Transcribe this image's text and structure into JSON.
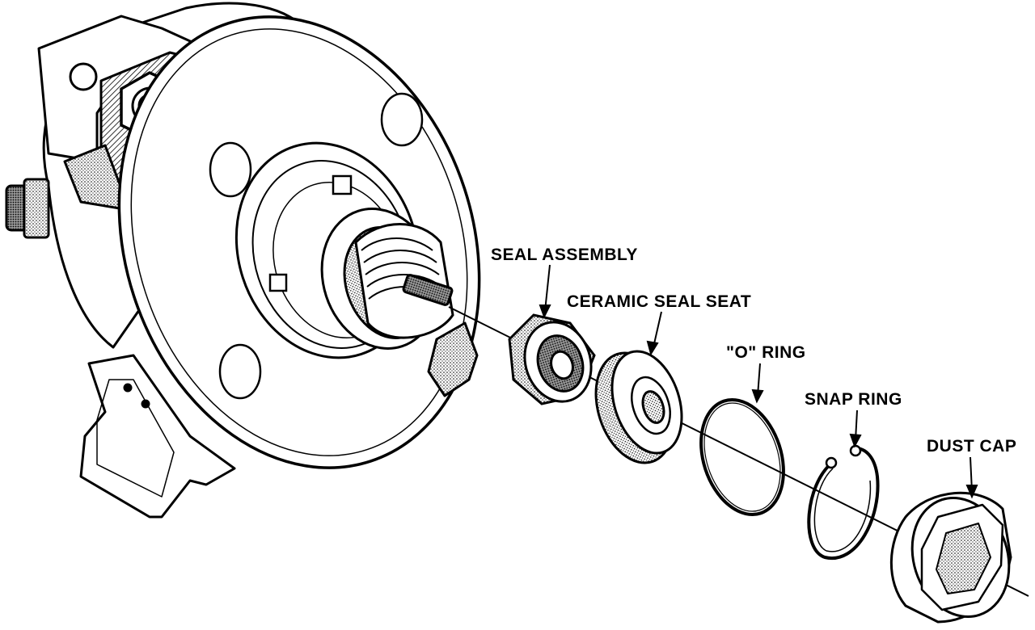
{
  "labels": {
    "seal_assembly": "SEAL ASSEMBLY",
    "ceramic_seal_seat": "CERAMIC SEAL SEAT",
    "o_ring": "\"O\" RING",
    "snap_ring": "SNAP RING",
    "dust_cap": "DUST CAP"
  },
  "colors": {
    "ink": "#000000",
    "paper": "#ffffff",
    "shade": "#6b6b6b",
    "light_shade": "#cfcfcf"
  }
}
